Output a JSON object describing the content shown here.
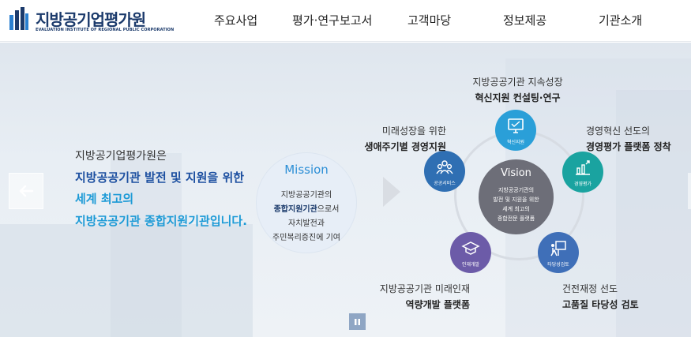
{
  "header": {
    "logo_title": "지방공기업평가원",
    "logo_subtitle": "EVALUATION INSTITUTE OF REGIONAL PUBLIC CORPORATION",
    "nav": [
      "주요사업",
      "평가·연구보고서",
      "고객마당",
      "정보제공",
      "기관소개"
    ]
  },
  "intro": {
    "line1": "지방공기업평가원은",
    "line2": "지방공공기관 발전 및 지원을 위한",
    "line3": "세계 최고의",
    "line4": "지방공공기관 종합지원기관입니다."
  },
  "mission": {
    "title": "Mission",
    "line1": "지방공공기관의",
    "line2_bold": "종합지원기관",
    "line2_rest": "으로서",
    "line3": "자치발전과",
    "line4": "주민복리증진에 기여"
  },
  "vision": {
    "title": "Vision",
    "line1": "지방공공기관의",
    "line2": "발전 및 지원을 위한",
    "line3": "세계 최고의",
    "line4": "종합전문 플랫폼"
  },
  "nodes": [
    {
      "label": "혁신지원",
      "icon": "monitor-icon",
      "color": "#2a9fd8"
    },
    {
      "label": "경영평가",
      "icon": "chart-icon",
      "color": "#1aa3a0"
    },
    {
      "label": "타당성검토",
      "icon": "presentation-icon",
      "color": "#3f6fb8"
    },
    {
      "label": "인재개발",
      "icon": "graduation-cap-icon",
      "color": "#6c5ba8"
    },
    {
      "label": "공공서비스",
      "icon": "people-icon",
      "color": "#2f6fb3"
    }
  ],
  "captions": {
    "top_line1": "지방공공기관 지속성장",
    "top_line2": "혁신지원 컨설팅·연구",
    "right_line1": "경영혁신 선도의",
    "right_line2": "경영평가 플랫폼 정착",
    "left_line1": "미래성장을 위한",
    "left_line2": "생애주기별 경영지원",
    "bottom_left_line1": "지방공공기관 미래인재",
    "bottom_left_line2": "역량개발 플랫폼",
    "bottom_right_line1": "건전재정 선도",
    "bottom_right_line2": "고품질 타당성 검토"
  }
}
